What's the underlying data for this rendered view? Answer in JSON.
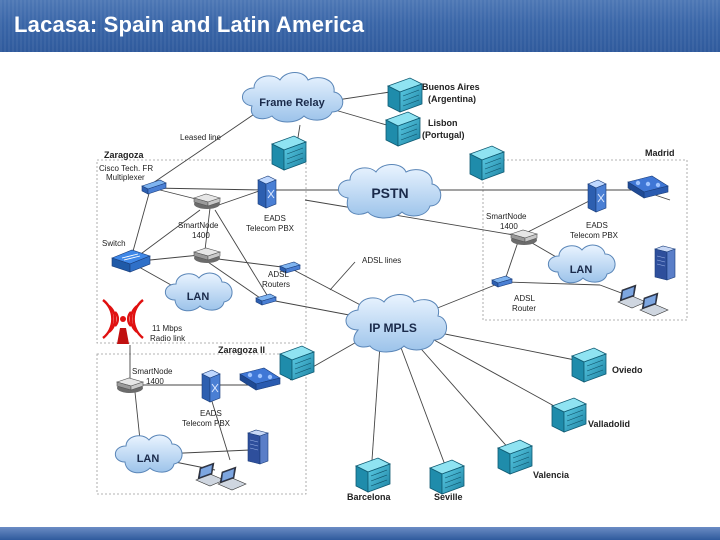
{
  "header": {
    "title": "Lacasa: Spain and Latin America"
  },
  "clouds": {
    "frame_relay": "Frame Relay",
    "pstn": "PSTN",
    "ip_mpls": "IP MPLS",
    "lan_zaragoza": "LAN",
    "lan_madrid": "LAN",
    "lan_zaragoza2": "LAN"
  },
  "sites": {
    "zaragoza": "Zaragoza",
    "madrid": "Madrid",
    "zaragoza2": "Zaragoza II",
    "buenos_aires": "Buenos Aires",
    "argentina": "(Argentina)",
    "lisbon": "Lisbon",
    "portugal": "(Portugal)",
    "oviedo": "Oviedo",
    "valladolid": "Valladolid",
    "valencia": "Valencia",
    "barcelona": "Barcelona",
    "seville": "Seville"
  },
  "labels": {
    "leased_line": "Leased line",
    "multiplexer_1": "Cisco Tech. FR",
    "multiplexer_2": "Multiplexer",
    "smartnode_z_1": "SmartNode",
    "smartnode_z_2": "1400",
    "eads_z_1": "EADS",
    "eads_z_2": "Telecom PBX",
    "switch": "Switch",
    "adsl_routers_1": "ADSL",
    "adsl_routers_2": "Routers",
    "adsl_lines": "ADSL lines",
    "smartnode_m_1": "SmartNode",
    "smartnode_m_2": "1400",
    "eads_m_1": "EADS",
    "eads_m_2": "Telecom PBX",
    "adsl_router_m_1": "ADSL",
    "adsl_router_m_2": "Router",
    "radio_1": "11 Mbps",
    "radio_2": "Radio link",
    "smartnode_z2_1": "SmartNode",
    "smartnode_z2_2": "1400",
    "eads_z2_1": "EADS",
    "eads_z2_2": "Telecom PBX"
  }
}
